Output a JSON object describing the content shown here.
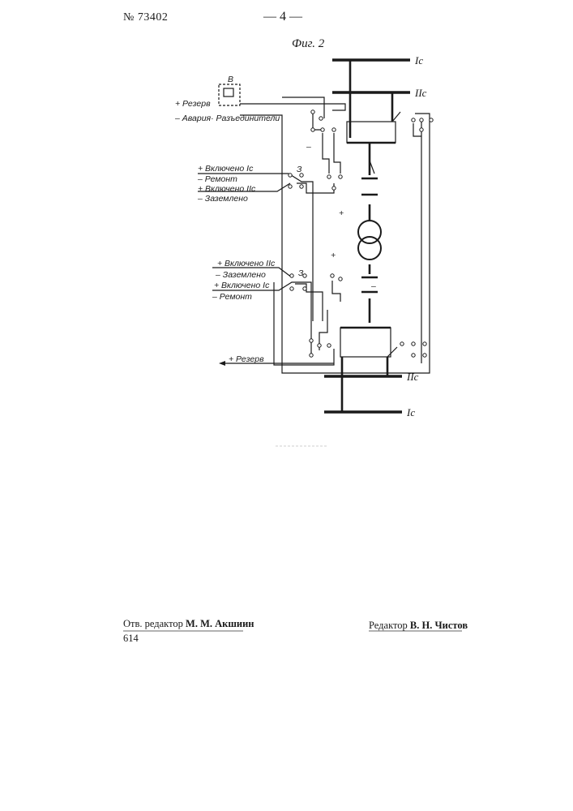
{
  "header": {
    "patent_number": "№ 73402",
    "page_number": "— 4 —"
  },
  "figure": {
    "title": "Фиг. 2"
  },
  "diagram": {
    "buses": {
      "top_I": "Iс",
      "top_II": "IIс",
      "bottom_II": "IIс",
      "bottom_I": "Iс"
    },
    "relay_label": "В",
    "upper_block": {
      "reserve": "+ Резерв",
      "alarm": "– Авария· Разъединители",
      "on_I": "+ Включено Iс",
      "repair": "– Ремонт",
      "on_II": "+ Включено IIс",
      "grounded": "– Заземлено",
      "switch_mark": "З"
    },
    "lower_block": {
      "on_II": "+ Включено IIс",
      "grounded": "– Заземлено",
      "on_I": "+ Включено Iс",
      "repair": "– Ремонт",
      "switch_mark": "З",
      "reserve": "+ Резерв"
    },
    "polarity": {
      "minus_upper": "–",
      "plus_upper": "+",
      "plus_lower": "+",
      "minus_lower": "–"
    }
  },
  "footer": {
    "editor_resp_label": "Отв. редактор",
    "editor_resp_name": "М. М. Акшиин",
    "editor_label": "Редактор",
    "editor_name": "В. Н. Чистов",
    "code": "614"
  }
}
